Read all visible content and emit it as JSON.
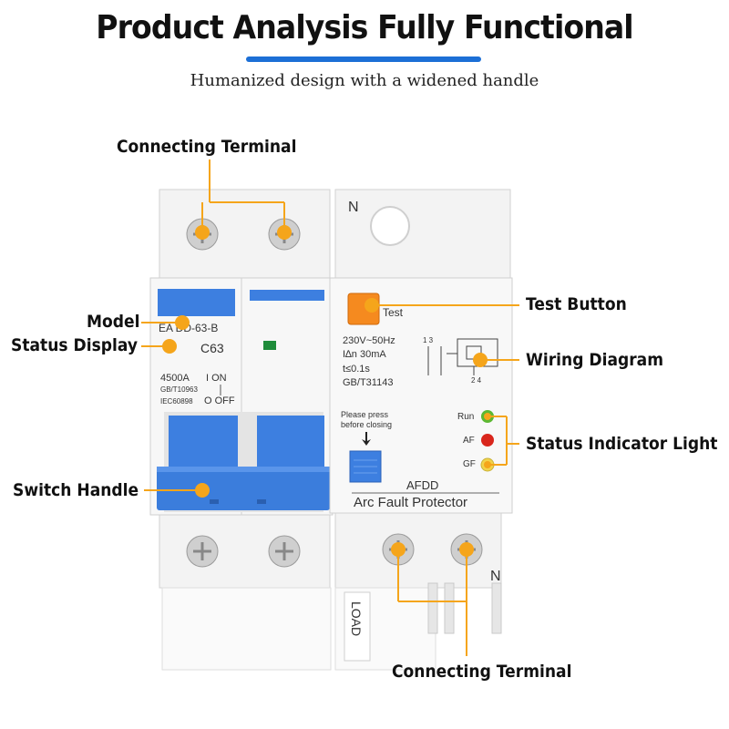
{
  "header": {
    "title": "Product Analysis Fully Functional",
    "subtitle": "Humanized design with a widened handle"
  },
  "callouts": {
    "connecting_terminal_top": "Connecting Terminal",
    "model": "Model",
    "status_display": "Status Display",
    "switch_handle": "Switch Handle",
    "test_button": "Test Button",
    "wiring_diagram": "Wiring Diagram",
    "status_indicator_light": "Status Indicator Light",
    "connecting_terminal_bottom": "Connecting Terminal"
  },
  "device": {
    "neutral_top": "N",
    "neutral_bottom": "N",
    "model_code": "EA  DD-63-B",
    "rating": "C63",
    "breaking_capacity": "4500A",
    "standard_1": "GB/T10963",
    "standard_2": "IEC60898",
    "on_label": "I  ON",
    "off_label": "O  OFF",
    "test_label": "Test",
    "spec_voltage": "230V~50Hz",
    "spec_current": "I∆n    30mA",
    "spec_time": "t≤0.1s",
    "spec_standard": "GB/T31143",
    "press_note_1": "Please press",
    "press_note_2": "before closing",
    "indicator_run": "Run",
    "indicator_af": "AF",
    "indicator_gf": "GF",
    "product_code": "AFDD",
    "product_name": "Arc Fault Protector",
    "load_label": "LOAD",
    "diagram_top": "1 3",
    "diagram_bottom": "2 4"
  },
  "colors": {
    "accent_orange": "#f5a51b",
    "handle_blue": "#3d7fe0",
    "title_bar_blue": "#1c6fd6",
    "run_green": "#5cb832",
    "af_red": "#d9261c",
    "gf_yellow": "#f2d34a"
  }
}
